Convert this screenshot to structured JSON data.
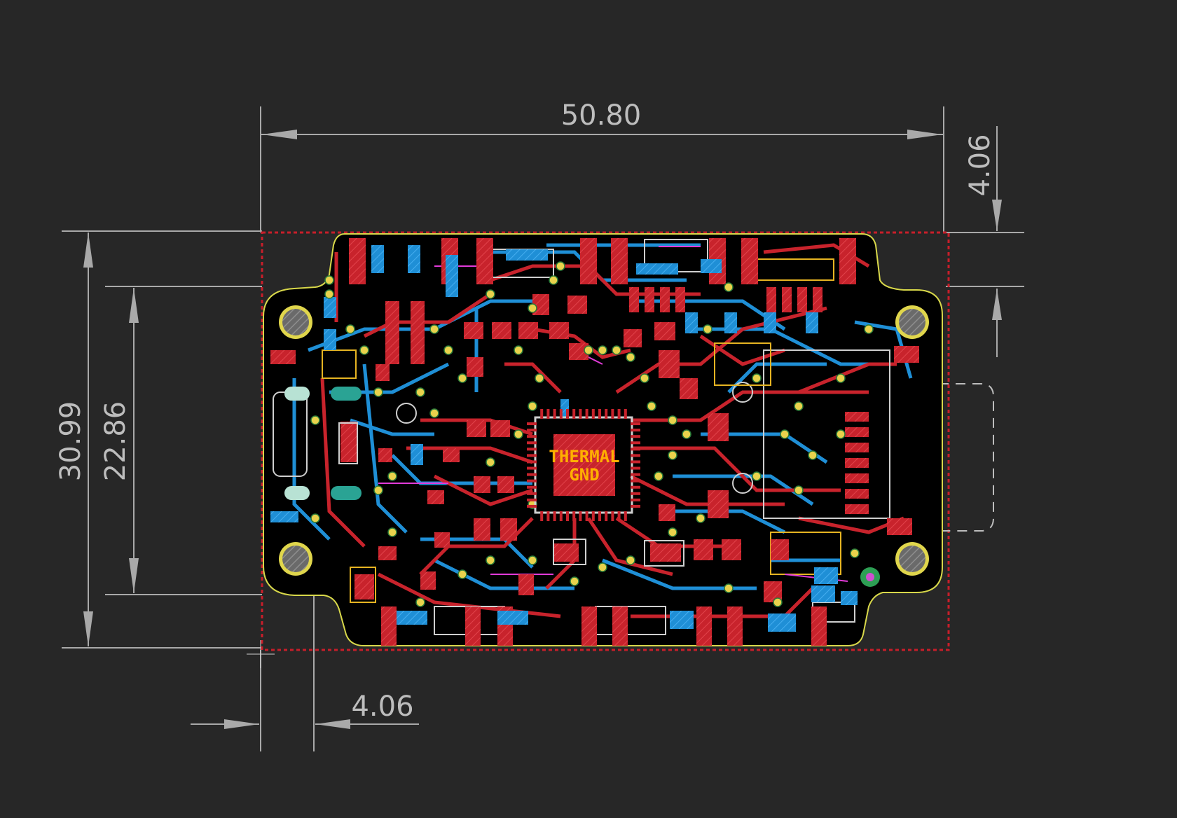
{
  "dimensions": {
    "board_width": "50.80",
    "top_offset": "4.06",
    "board_height": "30.99",
    "inner_height": "22.86",
    "left_offset": "4.06"
  },
  "chip": {
    "label_line1": "THERMAL",
    "label_line2": "GND"
  },
  "colors": {
    "background": "#272727",
    "dimension": "#a9a9a9",
    "board_outline": "#d8d84a",
    "top_copper": "#c8232c",
    "bottom_copper": "#1f8fd6",
    "silkscreen": "#d9d9d9",
    "via": "#e9d24c",
    "keepout": "#c81e2a"
  }
}
